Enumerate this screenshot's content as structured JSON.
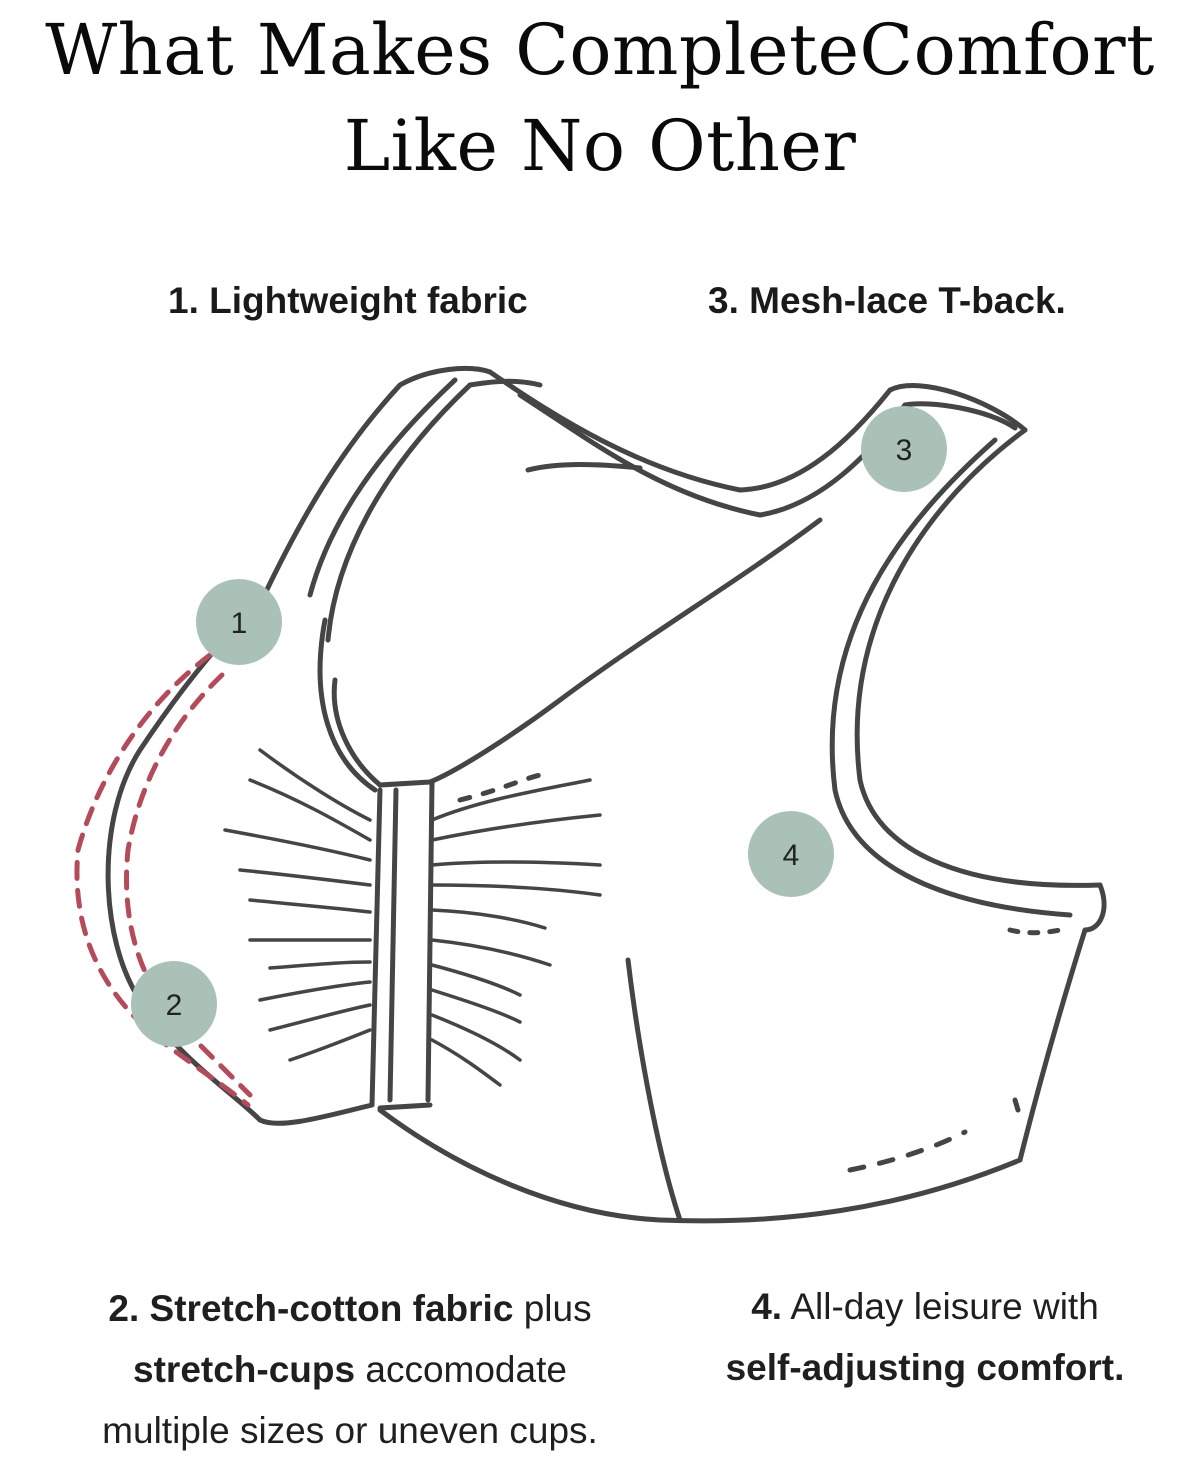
{
  "title": {
    "line1": "What Makes CompleteComfort",
    "line2": "Like No Other"
  },
  "labels": {
    "feature1": "1. Lightweight fabric",
    "feature3": "3. Mesh-lace T-back."
  },
  "markers": [
    "1",
    "2",
    "3",
    "4"
  ],
  "captions": {
    "feature2": {
      "num": "2.",
      "bold1": "Stretch-cotton fabric",
      "text1": "plus",
      "bold2": "stretch-cups",
      "text2": "accomodate",
      "text3": "multiple sizes or uneven cups."
    },
    "feature4": {
      "num": "4.",
      "text1": "All-day leisure with",
      "bold1": "self-adjusting comfort."
    }
  },
  "colors": {
    "marker": "#a9c1b6",
    "outline": "#454545",
    "dashed": "#b54a5a"
  }
}
